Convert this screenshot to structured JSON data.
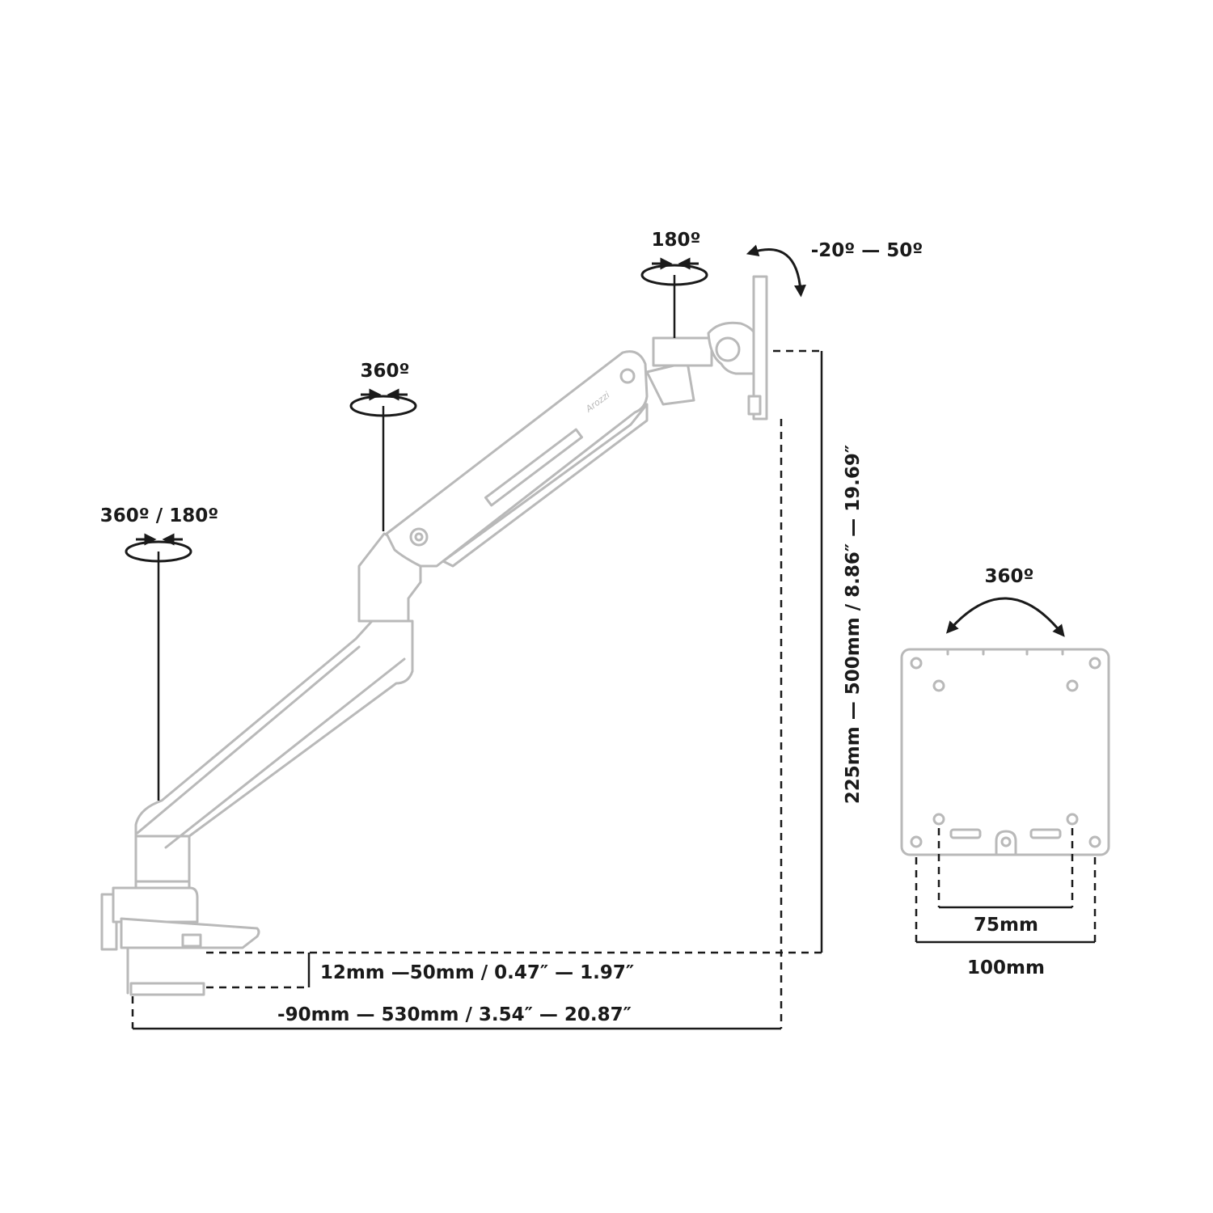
{
  "labels": {
    "base_rotation": "360º / 180º",
    "lower_joint_rotation": "360º",
    "head_swivel": "180º",
    "tilt_range": "-20º — 50º",
    "vesa_rotation": "360º",
    "height_range": "225mm  —  500mm / 8.86″ — 19.69″",
    "clamp_thickness": "12mm —50mm / 0.47″ — 1.97″",
    "reach_range": "-90mm  — 530mm / 3.54″ — 20.87″",
    "vesa_inner": "75mm",
    "vesa_outer": "100mm"
  },
  "brand": {
    "logo_text": "Arozzi"
  },
  "colors": {
    "line": "#1a1a1a",
    "product_outline": "#b9b9b9",
    "background": "#ffffff"
  },
  "icons": [
    "rotation-arrows-icon",
    "tilt-arrow-icon",
    "vesa-plate-icon"
  ]
}
